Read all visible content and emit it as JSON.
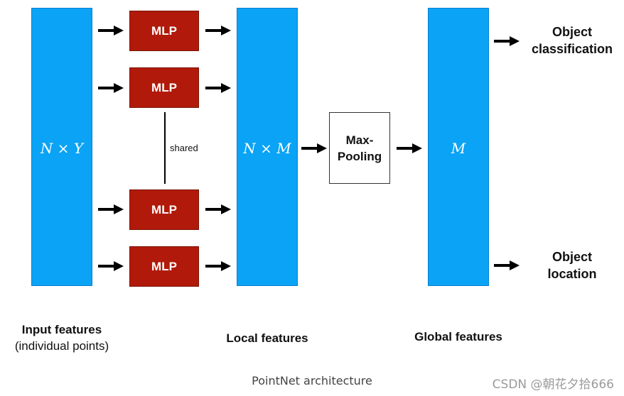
{
  "input_block": {
    "label": "N × Y"
  },
  "mlp_label": "MLP",
  "shared_label": "shared",
  "local_block": {
    "label": "N × M"
  },
  "pooling_label": "Max-\nPooling",
  "global_block": {
    "label": "M"
  },
  "outputs": {
    "classification": "Object\nclassification",
    "location": "Object\nlocation"
  },
  "headings": {
    "input_title": "Input features",
    "input_sub": "(individual points)",
    "local": "Local features",
    "global": "Global features"
  },
  "caption": "PointNet architecture",
  "watermark": "CSDN @朝花夕拾666",
  "colors": {
    "block": "#0aa3f5",
    "mlp": "#b11a0a"
  }
}
